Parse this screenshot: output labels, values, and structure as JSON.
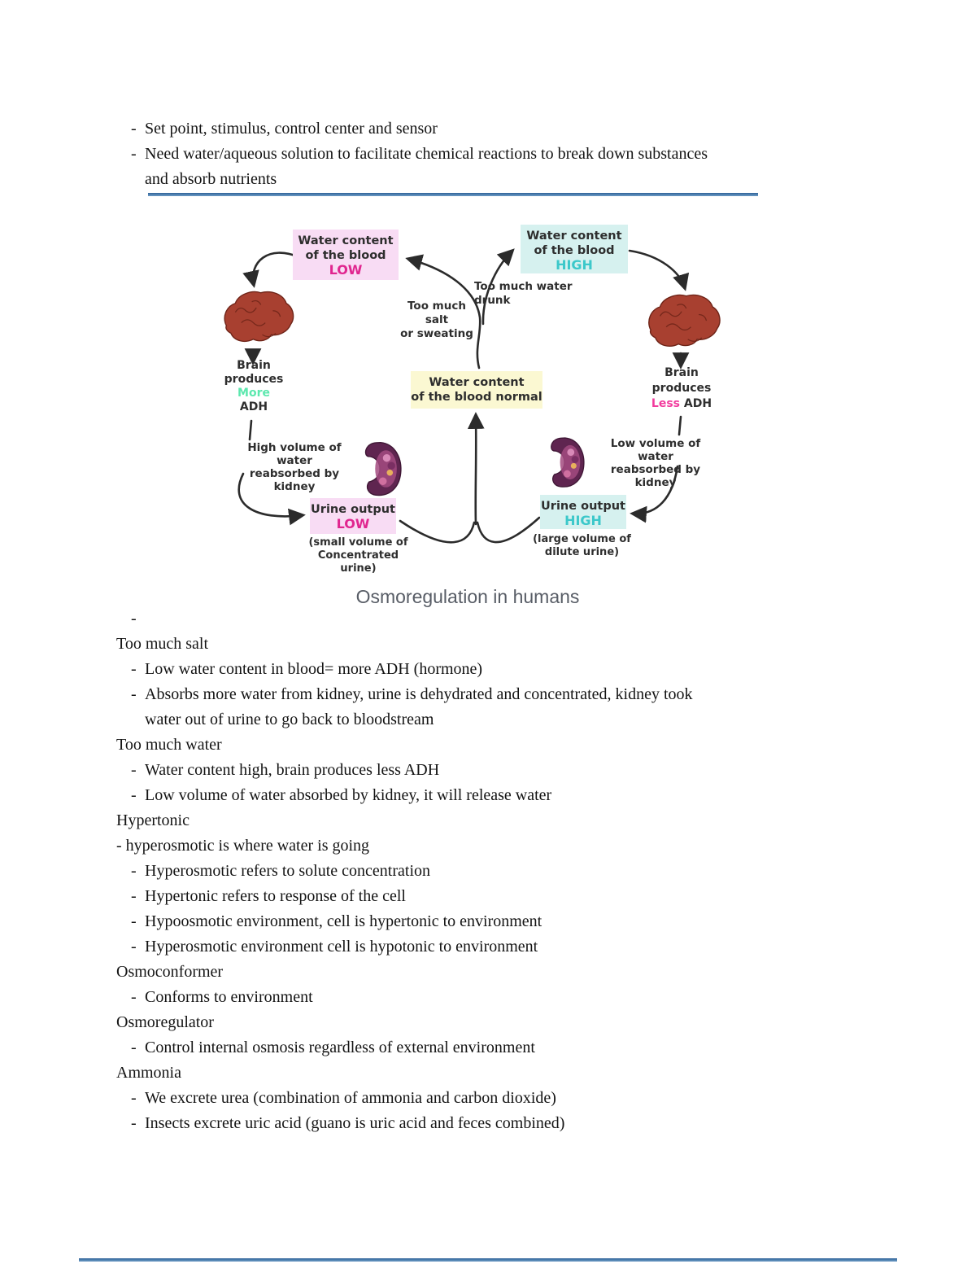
{
  "glyphs": {
    "dash": "-"
  },
  "top_section": {
    "lines": [
      {
        "type": "bullet",
        "text": "Set point, stimulus, control center and sensor"
      },
      {
        "type": "bullet",
        "text": "Need water/aqueous solution to facilitate chemical reactions to break down substances"
      },
      {
        "type": "cont",
        "text": "and absorb nutrients"
      }
    ]
  },
  "diagram": {
    "caption": "Osmoregulation in humans",
    "colors": {
      "pink_box_bg": "#f8dcf4",
      "cyan_box_bg": "#d6f1ef",
      "yellow_box_bg": "#fbf8d2",
      "low_text": "#e0268f",
      "high_text": "#3cc8ca",
      "more_text": "#5ce8ae",
      "less_text": "#f23c9e",
      "arrow": "#2b2b2b",
      "brain": "#a84030",
      "kidney": "#5f2550",
      "divider_blue": "#2f6398"
    },
    "boxes": {
      "blood_low": {
        "line1": "Water content",
        "line2": "of the blood",
        "status": "LOW"
      },
      "blood_high": {
        "line1": "Water content",
        "line2": "of the blood",
        "status": "HIGH"
      },
      "blood_normal": {
        "line1": "Water content",
        "line2": "of the blood normal"
      },
      "urine_low": {
        "line1": "Urine output",
        "status": "LOW"
      },
      "urine_high": {
        "line1": "Urine output",
        "status": "HIGH"
      }
    },
    "labels": {
      "too_much_salt_1": "Too much salt",
      "too_much_salt_2": "or sweating",
      "too_much_water": "Too much water drunk",
      "brain_left_1": "Brain",
      "brain_left_2": "produces",
      "brain_left_hl": "More",
      "brain_left_3": "ADH",
      "brain_right_1": "Brain",
      "brain_right_2": "produces",
      "brain_right_hl": "Less",
      "brain_right_3": "ADH",
      "high_reabsorb_1": "High volume of water",
      "high_reabsorb_2": "reabsorbed by kidney",
      "low_reabsorb_1": "Low volume of water",
      "low_reabsorb_2": "reabsorbed by kidney",
      "urine_low_note_1": "(small volume of",
      "urine_low_note_2": "Concentrated urine)",
      "urine_high_note_1": "(large volume of",
      "urine_high_note_2": "dilute urine)"
    }
  },
  "notes": {
    "lines": [
      {
        "type": "bullet",
        "text": ""
      },
      {
        "type": "flush",
        "text": "Too much salt"
      },
      {
        "type": "bullet",
        "text": "Low water content in blood= more ADH (hormone)"
      },
      {
        "type": "bullet",
        "text": "Absorbs more water from kidney, urine is dehydrated and concentrated, kidney took"
      },
      {
        "type": "cont",
        "text": "water out of urine to go back to bloodstream"
      },
      {
        "type": "flush",
        "text": "Too much water"
      },
      {
        "type": "bullet",
        "text": "Water content high, brain produces less ADH"
      },
      {
        "type": "bullet",
        "text": "Low volume of water absorbed by kidney, it will release water"
      },
      {
        "type": "flush",
        "text": "Hypertonic"
      },
      {
        "type": "flush",
        "text": "- hyperosmotic is where water is going"
      },
      {
        "type": "bullet",
        "text": "Hyperosmotic refers to solute concentration"
      },
      {
        "type": "bullet",
        "text": "Hypertonic refers to response of the cell"
      },
      {
        "type": "bullet",
        "text": "Hypoosmotic environment, cell is hypertonic to environment"
      },
      {
        "type": "bullet",
        "text": "Hyperosmotic environment cell is hypotonic to environment"
      },
      {
        "type": "flush",
        "text": "Osmoconformer"
      },
      {
        "type": "bullet",
        "text": "Conforms to environment"
      },
      {
        "type": "flush",
        "text": "Osmoregulator"
      },
      {
        "type": "bullet",
        "text": "Control internal osmosis regardless of external environment"
      },
      {
        "type": "flush",
        "text": "Ammonia"
      },
      {
        "type": "bullet",
        "text": "We excrete urea (combination of ammonia and carbon dioxide)"
      },
      {
        "type": "bullet",
        "text": "Insects excrete uric acid (guano is uric acid and feces combined)"
      }
    ]
  }
}
